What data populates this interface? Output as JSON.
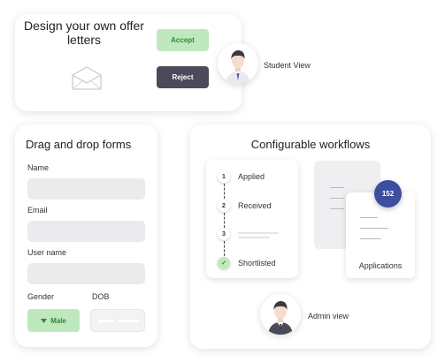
{
  "offer": {
    "title": "Design your own offer letters",
    "accept_label": "Accept",
    "reject_label": "Reject",
    "student_label": "Student View"
  },
  "forms": {
    "title": "Drag and drop forms",
    "fields": {
      "name": "Name",
      "email": "Email",
      "username": "User name",
      "gender": "Gender",
      "dob": "DOB"
    },
    "gender_value": "Male"
  },
  "workflow": {
    "title": "Configurable workflows",
    "steps": [
      {
        "number": "1",
        "label": "Applied"
      },
      {
        "number": "2",
        "label": "Received"
      },
      {
        "number": "3",
        "label": ""
      },
      {
        "number": "✓",
        "label": "Shortlisted"
      }
    ],
    "applications_count": "152",
    "applications_label": "Applications",
    "admin_label": "Admin view"
  },
  "colors": {
    "accept_bg": "#bfe8bf",
    "accept_text": "#2e8b2e",
    "reject_bg": "#4a4a5a",
    "badge": "#3d4ea0"
  }
}
